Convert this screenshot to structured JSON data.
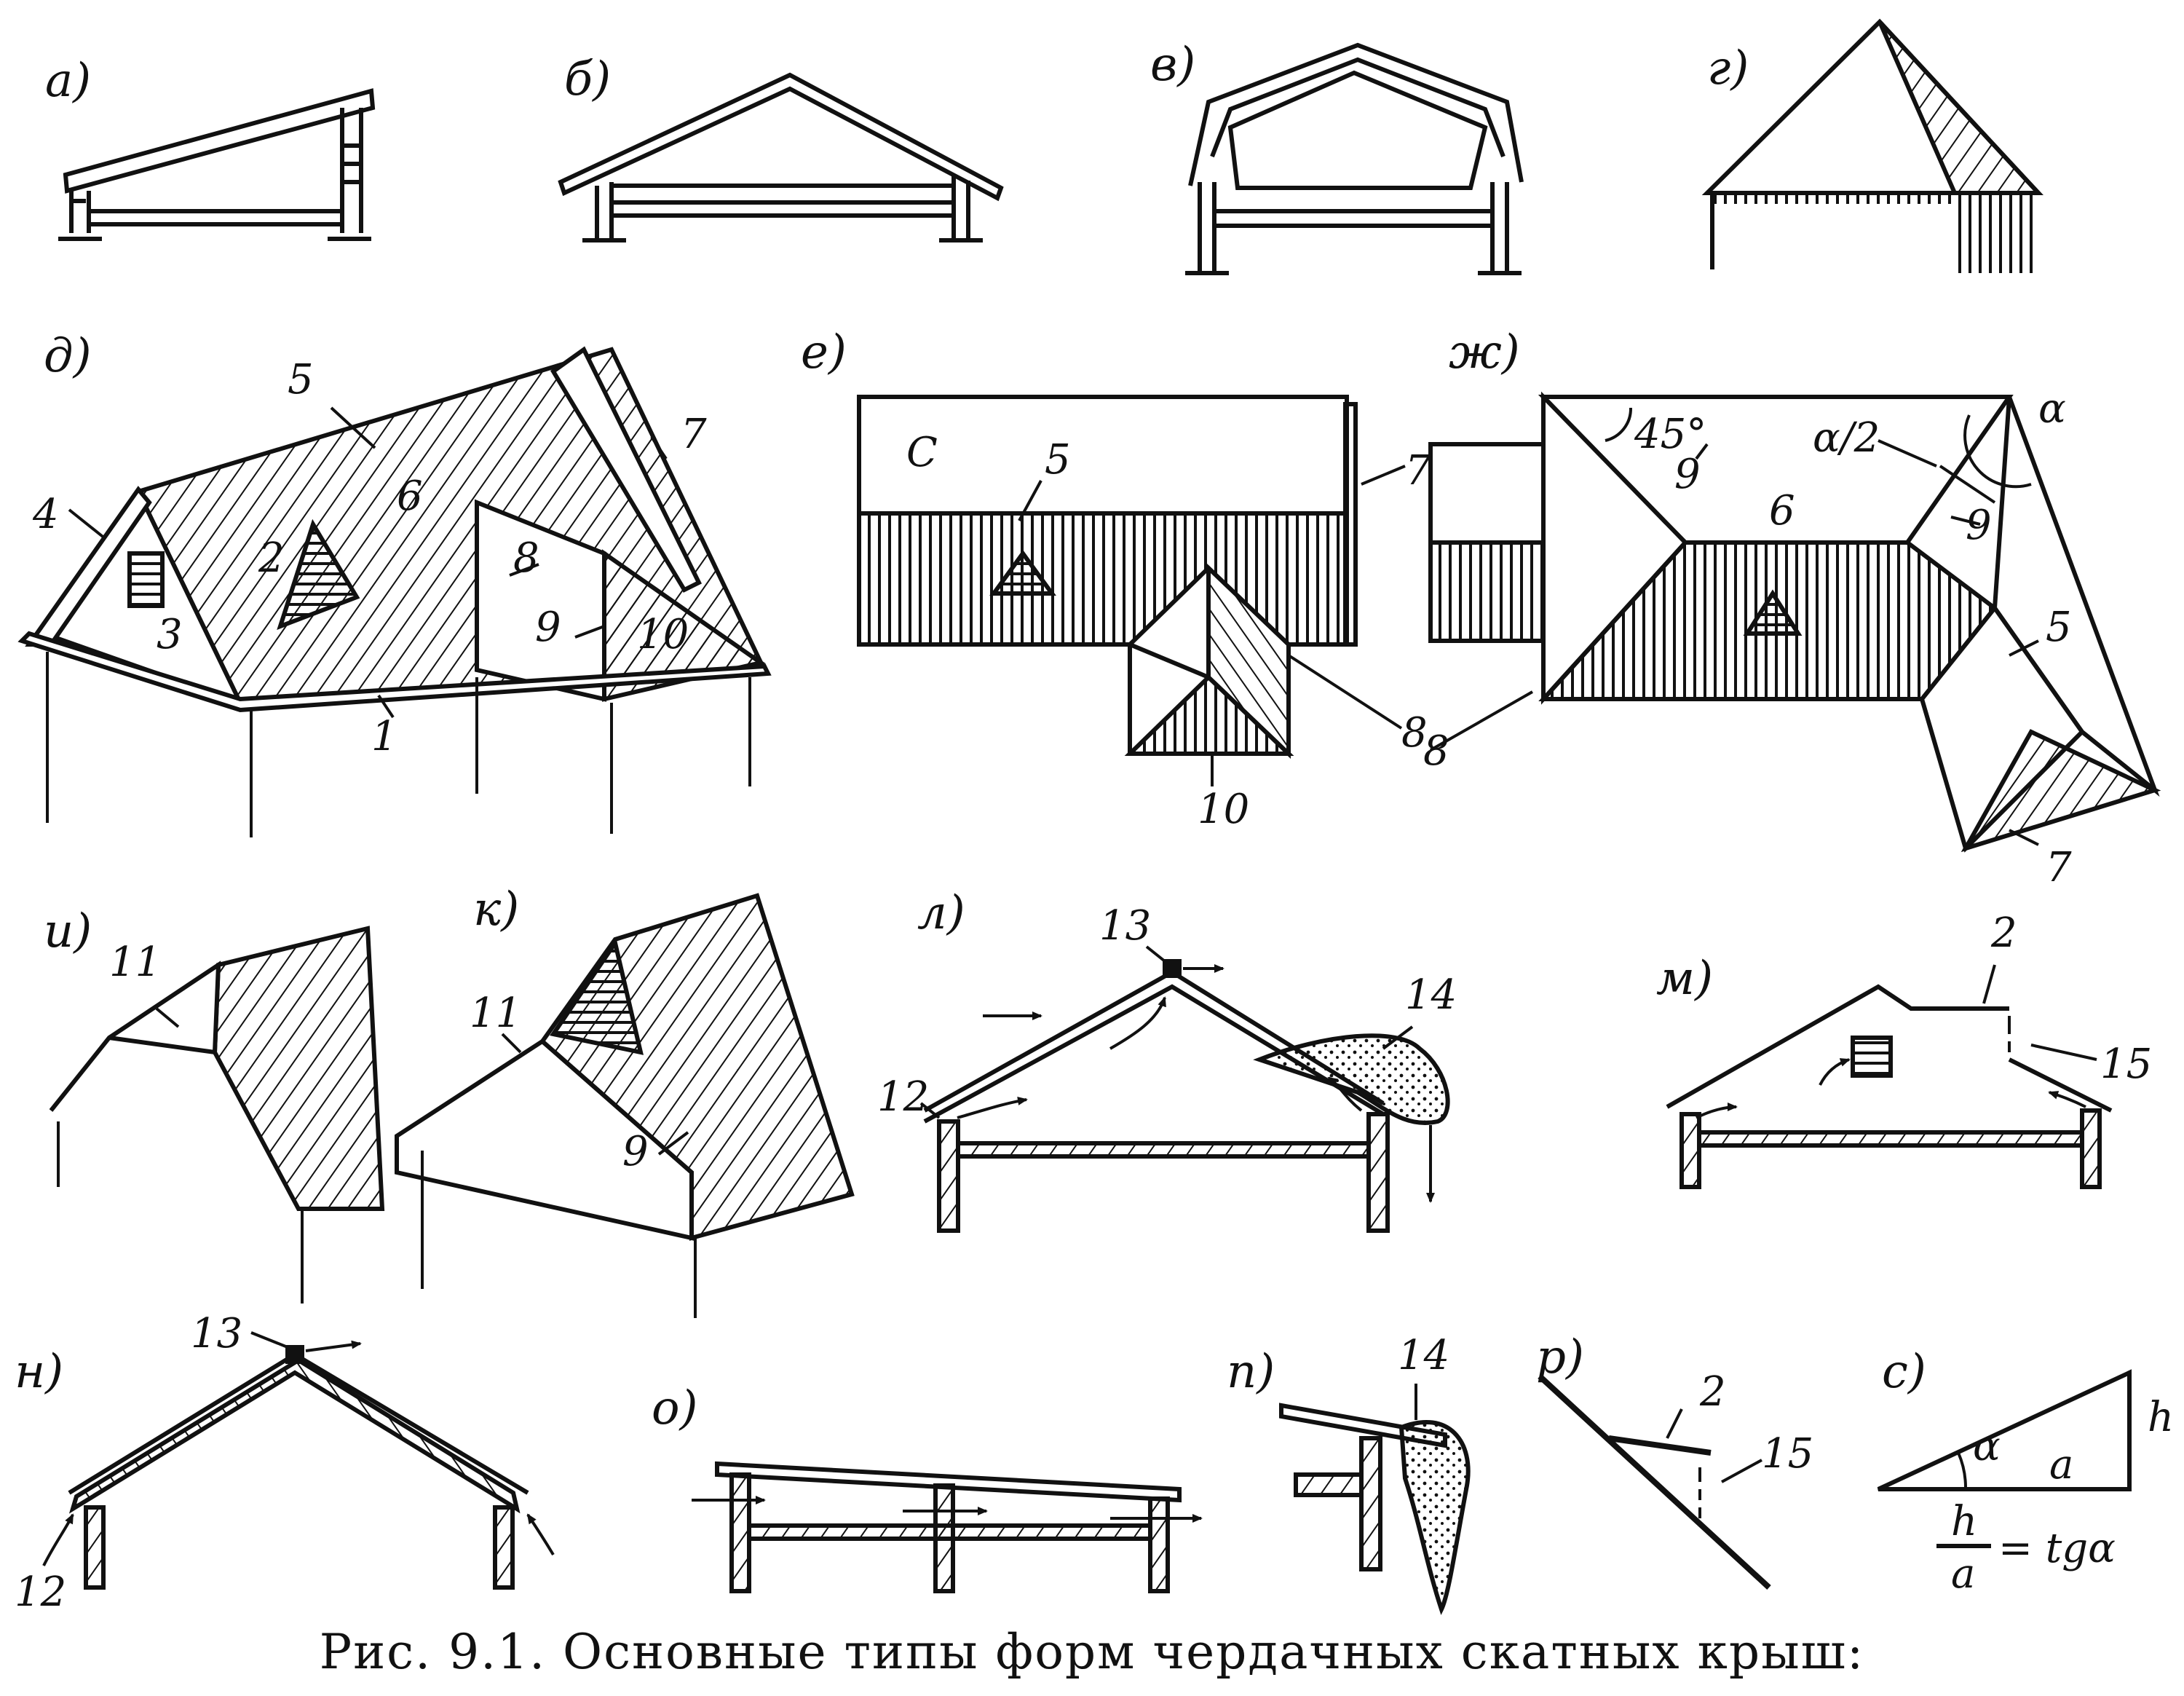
{
  "caption": "Рис. 9.1. Основные типы форм чердачных скатных крыш:",
  "panel_letters": {
    "a": "а)",
    "b": "б)",
    "v": "в)",
    "g": "г)",
    "d": "д)",
    "e": "е)",
    "zh": "ж)",
    "i": "и)",
    "k": "к)",
    "l": "л)",
    "m": "м)",
    "n": "н)",
    "o": "о)",
    "p": "п)",
    "r": "р)",
    "s": "с)"
  },
  "callouts": {
    "n1": "1",
    "n2": "2",
    "n3": "3",
    "n4": "4",
    "n5": "5",
    "n6": "6",
    "n7": "7",
    "n8": "8",
    "n9": "9",
    "n10": "10",
    "n11": "11",
    "n12": "12",
    "n13": "13",
    "n14": "14",
    "n15": "15",
    "C": "С"
  },
  "angles": {
    "a45": "45°",
    "alpha": "α",
    "alpha_half": "α/2"
  },
  "formula": {
    "h": "h",
    "a": "a",
    "rhs": "= tgα"
  },
  "colors": {
    "ink": "#111111",
    "paper": "#ffffff"
  }
}
